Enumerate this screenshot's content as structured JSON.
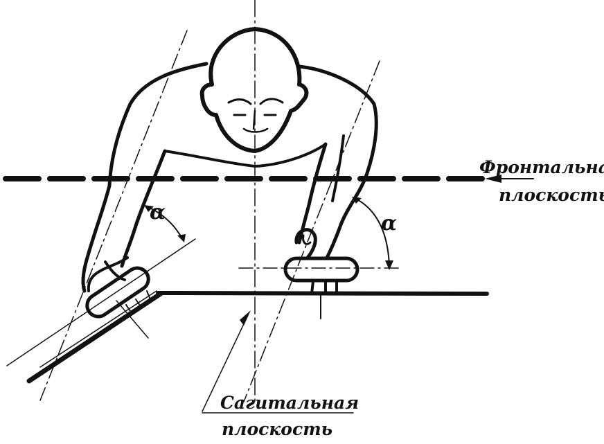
{
  "labels": {
    "frontal_line1": "Фронтальная",
    "frontal_line2": "плоскость",
    "sagittal_line1": "Сагитальная",
    "sagittal_line2": "плоскость",
    "angle_left": "α",
    "angle_right": "α"
  },
  "colors": {
    "ink": "#111111",
    "background": "#ffffff"
  }
}
